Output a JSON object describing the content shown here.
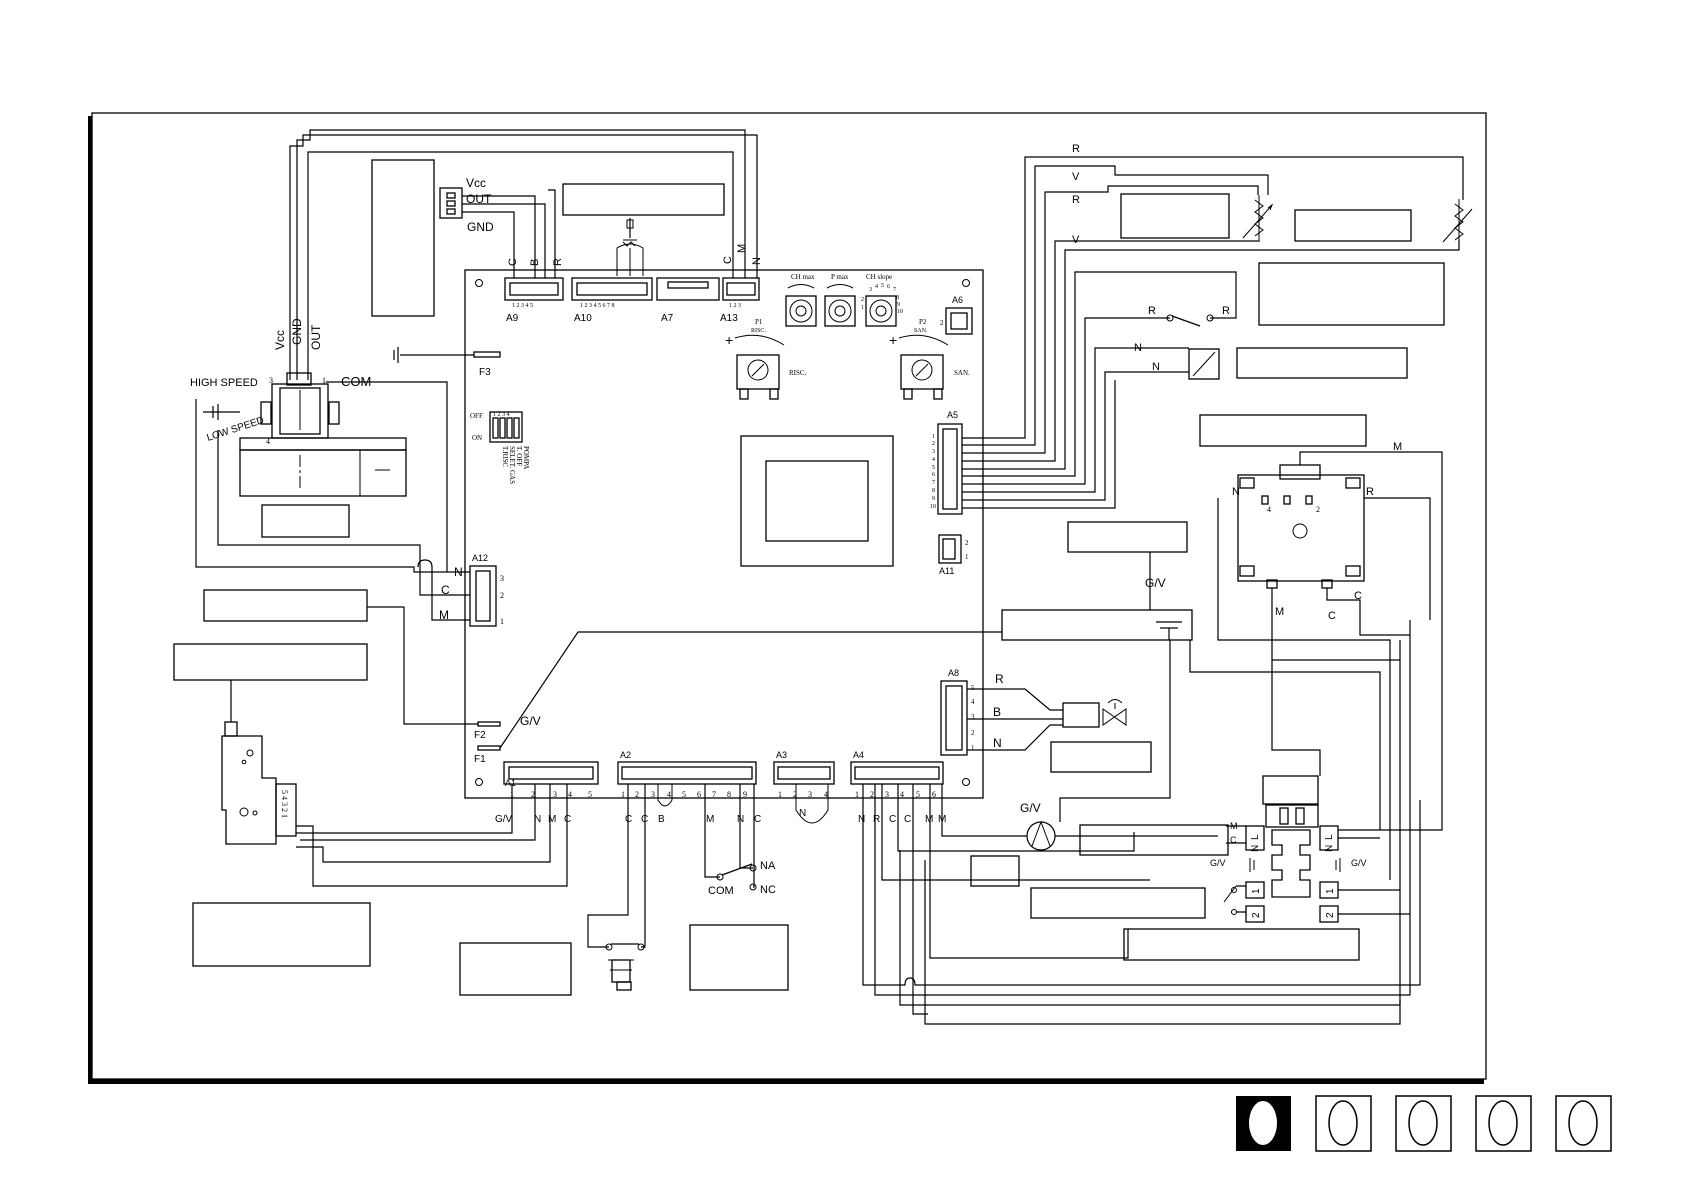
{
  "diagram": {
    "top_connector_labels": {
      "a9_pins": [
        "C",
        "B",
        "R"
      ],
      "a13_pins": [
        "C",
        "M",
        "N"
      ]
    },
    "sensor_labels": {
      "vcc": "Vcc",
      "out": "OUT",
      "gnd": "GND"
    },
    "fan_labels": {
      "vcc": "Vcc",
      "gnd": "GND",
      "out": "OUT",
      "high_speed": "HIGH SPEED",
      "low_speed": "LOW SPEED",
      "com": "COM",
      "pin3": "3",
      "pin1": "1",
      "pin4": "4"
    },
    "board": {
      "connectors": {
        "a9": "A9",
        "a10": "A10",
        "a7": "A7",
        "a13": "A13",
        "a6": "A6",
        "a5": "A5",
        "a11": "A11",
        "a12": "A12",
        "a8": "A8",
        "a1": "A1",
        "a2": "A2",
        "a3": "A3",
        "a4": "A4",
        "f1": "F1",
        "f2": "F2",
        "f3": "F3"
      },
      "pin_numbers": {
        "a9": "1 2 3 4 5",
        "a10": "1 2 3 4 5 6 7 8",
        "a13": "1 2 3",
        "a1": [
          "1",
          "2",
          "3",
          "4",
          "5"
        ],
        "a2": [
          "1",
          "2",
          "3",
          "4",
          "5",
          "6",
          "7",
          "8",
          "9"
        ],
        "a3": [
          "1",
          "2",
          "3",
          "4"
        ],
        "a4": [
          "1",
          "2",
          "3",
          "4",
          "5",
          "6"
        ],
        "a5": [
          "1",
          "2",
          "3",
          "4",
          "5",
          "6",
          "7",
          "8",
          "9",
          "10"
        ],
        "a8": [
          "5",
          "4",
          "3",
          "2",
          "1"
        ],
        "a12": [
          "3",
          "2",
          "1"
        ],
        "a11": [
          "2",
          "1"
        ],
        "a6": [
          "2"
        ]
      },
      "knobs": {
        "ch_max": "CH max",
        "p_max": "P max",
        "ch_slope": "CH slope"
      },
      "slope_scale": [
        "1",
        "2",
        "3",
        "4",
        "5",
        "6",
        "7",
        "8",
        "9",
        "10"
      ],
      "trimmers": {
        "p1": "P1",
        "p1_sub": "RISC.",
        "p1_side": "RISC.",
        "p2": "P2",
        "p2_sub": "SAN.",
        "p2_side": "SAN."
      },
      "dip": {
        "off": "OFF",
        "on": "ON",
        "numbers": "1 2 3 4",
        "options": [
          "POMPA",
          "T. OFF",
          "SELET. GAS",
          "T.RISC"
        ]
      }
    },
    "wire_labels": {
      "r1": "R",
      "v1": "V",
      "r2": "R",
      "v2": "V",
      "sw_r1": "R",
      "sw_r2": "R",
      "n1": "N",
      "n2": "N",
      "m_top": "M",
      "a12_n": "N",
      "a12_c": "C",
      "a12_m": "M",
      "gv_f2": "G/V",
      "a8_r": "R",
      "a8_b": "B",
      "a8_n": "N",
      "gv_earth": "G/V",
      "motor_n": "N",
      "motor_r": "R",
      "motor_m": "M",
      "motor_c1": "C",
      "motor_c2": "C",
      "a1_gv": "G/V",
      "a1_n": "N",
      "a1_m": "M",
      "a1_c": "C",
      "a2_c1": "C",
      "a2_c2": "C",
      "a2_b": "B",
      "a2_m": "M",
      "a2_n": "N",
      "a2_c3": "C",
      "a3_n": "N",
      "a4_n": "N",
      "a4_r": "R",
      "a4_c1": "C",
      "a4_c2": "C",
      "a4_m1": "M",
      "a4_m2": "M",
      "pump_gv": "G/V",
      "relay_na": "NA",
      "relay_nc": "NC",
      "relay_com": "COM",
      "fs_m": "M",
      "fs_c": "C",
      "fs_gv1": "G/V",
      "fs_gv2": "G/V"
    },
    "flow_switch": {
      "l1": "L",
      "n1": "N",
      "l2": "L",
      "n2": "N",
      "one1": "1",
      "two1": "2",
      "one2": "1",
      "two2": "2"
    },
    "gas_valve_pins": "5 4 3 2 1",
    "motor_pins": {
      "p4": "4",
      "p2": "2"
    },
    "page_selector": {
      "count": 5,
      "active_index": 0
    }
  }
}
